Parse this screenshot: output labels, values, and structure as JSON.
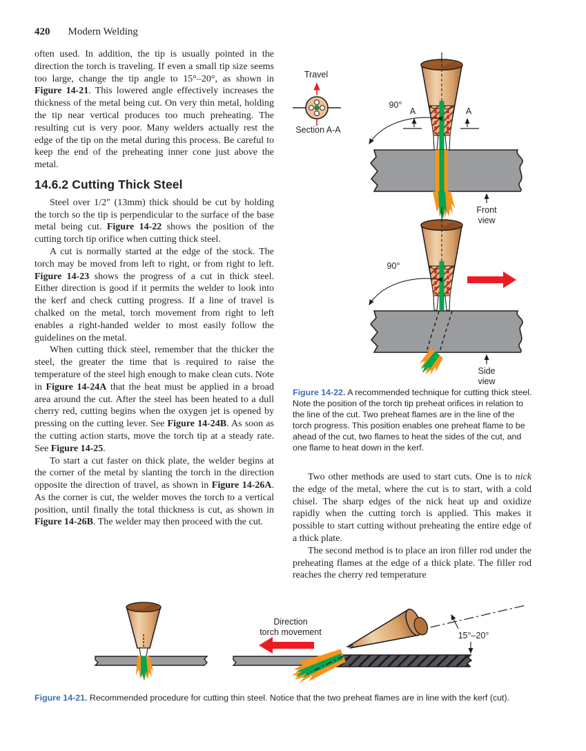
{
  "header": {
    "page_number": "420",
    "book_title": "Modern Welding"
  },
  "left_column": {
    "para1": [
      {
        "t": "often used. In addition, the tip is usually pointed in the direction the torch is traveling. If even a small tip size seems too large, change the tip angle to 15°–20°, as shown in "
      },
      {
        "t": "Figure 14-21",
        "b": true
      },
      {
        "t": ". This lowered angle effectively increases the thickness of the metal being cut. On very thin metal, holding the tip near vertical produces too much preheating. The resulting cut is very poor. Many welders actually rest the edge of the tip on the metal during this process. Be careful to keep the end of the preheating inner cone just above the metal."
      }
    ],
    "heading": "14.6.2 Cutting Thick Steel",
    "para2": [
      {
        "t": "Steel over 1/2″ (13mm) thick should be cut by holding the torch so the tip is perpendicular to the surface of the base metal being cut. "
      },
      {
        "t": "Figure 14-22",
        "b": true
      },
      {
        "t": " shows the position of the cutting torch tip orifice when cutting thick steel."
      }
    ],
    "para3": [
      {
        "t": "A cut is normally started at the edge of the stock. The torch may be moved from left to right, or from right to left. "
      },
      {
        "t": "Figure 14-23",
        "b": true
      },
      {
        "t": " shows the progress of a cut in thick steel. Either direction is good if it permits the welder to look into the kerf and check cutting progress. If a line of travel is chalked on the metal, torch movement from right to left enables a right-handed welder to most easily follow the guidelines on the metal."
      }
    ],
    "para4": [
      {
        "t": "When cutting thick steel, remember that the thicker the steel, the greater the time that is required to raise the temperature of the steel high enough to make clean cuts. Note in "
      },
      {
        "t": "Figure 14-24A",
        "b": true
      },
      {
        "t": " that the heat must be applied in a broad area around the cut. After the steel has been heated to a dull cherry red, cutting begins when the oxygen jet is opened by pressing on the cutting lever. See "
      },
      {
        "t": "Figure 14-24B",
        "b": true
      },
      {
        "t": ". As soon as the cutting action starts, move the torch tip at a steady rate. See "
      },
      {
        "t": "Figure 14-25",
        "b": true
      },
      {
        "t": "."
      }
    ],
    "para5": [
      {
        "t": "To start a cut faster on thick plate, the welder begins at the corner of the metal by slanting the torch in the direction opposite the direction of travel, as shown in "
      },
      {
        "t": "Figure 14-26A",
        "b": true
      },
      {
        "t": ". As the corner is cut, the welder moves the torch to a vertical position, until finally the total thickness is cut, as shown in "
      },
      {
        "t": "Figure 14-26B",
        "b": true
      },
      {
        "t": ". The welder may then proceed with the cut."
      }
    ]
  },
  "right_column": {
    "para1": [
      {
        "t": "Two other methods are used to start cuts. One is to "
      },
      {
        "t": "nick",
        "i": true
      },
      {
        "t": " the edge of the metal, where the cut is to start, with a cold chisel. The sharp edges of the nick heat up and oxidize rapidly when the cutting torch is applied. This makes it possible to start cutting without preheating the entire edge of a thick plate."
      }
    ],
    "para2": [
      {
        "t": "The second method is to place an iron filler rod under the preheating flames at the edge of a thick plate. The filler rod reaches the cherry red temperature"
      }
    ]
  },
  "figure_14_22": {
    "caption_label": "Figure 14-22.",
    "caption_text": " A recommended technique for cutting thick steel. Note the position of the torch tip preheat orifices in relation to the line of the cut. Two preheat flames are in the line of the torch progress. This position enables one preheat flame to be ahead of the cut, two flames to heat the sides of the cut, and one flame to heat down in the kerf.",
    "labels": {
      "travel": "Travel",
      "section": "Section A-A",
      "angle_front": "90°",
      "a_left": "A",
      "a_right": "A",
      "front_view_line1": "Front",
      "front_view_line2": "view",
      "angle_side": "90°",
      "side_view_line1": "Side",
      "side_view_line2": "view"
    }
  },
  "figure_14_21": {
    "caption_label": "Figure 14-21.",
    "caption_text": " Recommended procedure for cutting thin steel. Notice that the two preheat flames are in line with the kerf (cut).",
    "labels": {
      "direction_line1": "Direction",
      "direction_line2": "torch movement",
      "angle": "15°–20°"
    }
  },
  "colors": {
    "caption_blue": "#3f6db5",
    "flame_green": "#00a651",
    "flame_orange": "#f7941d",
    "arrow_red": "#ed1c24",
    "steel_gray": "#9a9c9e",
    "dark_steel": "#55565a",
    "torch_tan": "#d9a36b",
    "body_text": "#231f20"
  }
}
